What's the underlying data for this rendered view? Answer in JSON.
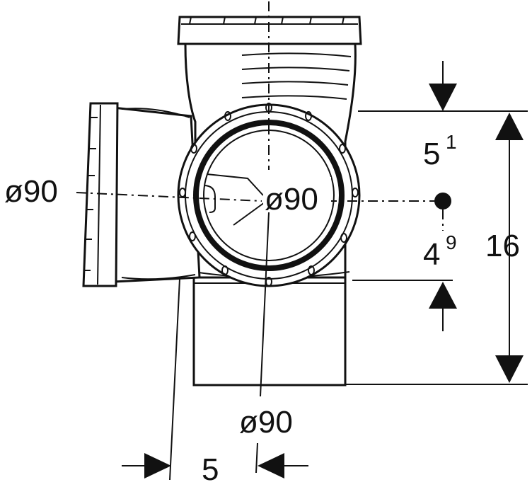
{
  "labels": {
    "left_diameter": "ø90",
    "center_diameter": "ø90",
    "bottom_diameter": "ø90",
    "dim_upper_main": "5",
    "dim_upper_sup": "1",
    "dim_lower_main": "4",
    "dim_lower_sup": "9",
    "dim_total": "16",
    "dim_offset": "5"
  },
  "colors": {
    "line": "#111111",
    "background": "#ffffff"
  }
}
